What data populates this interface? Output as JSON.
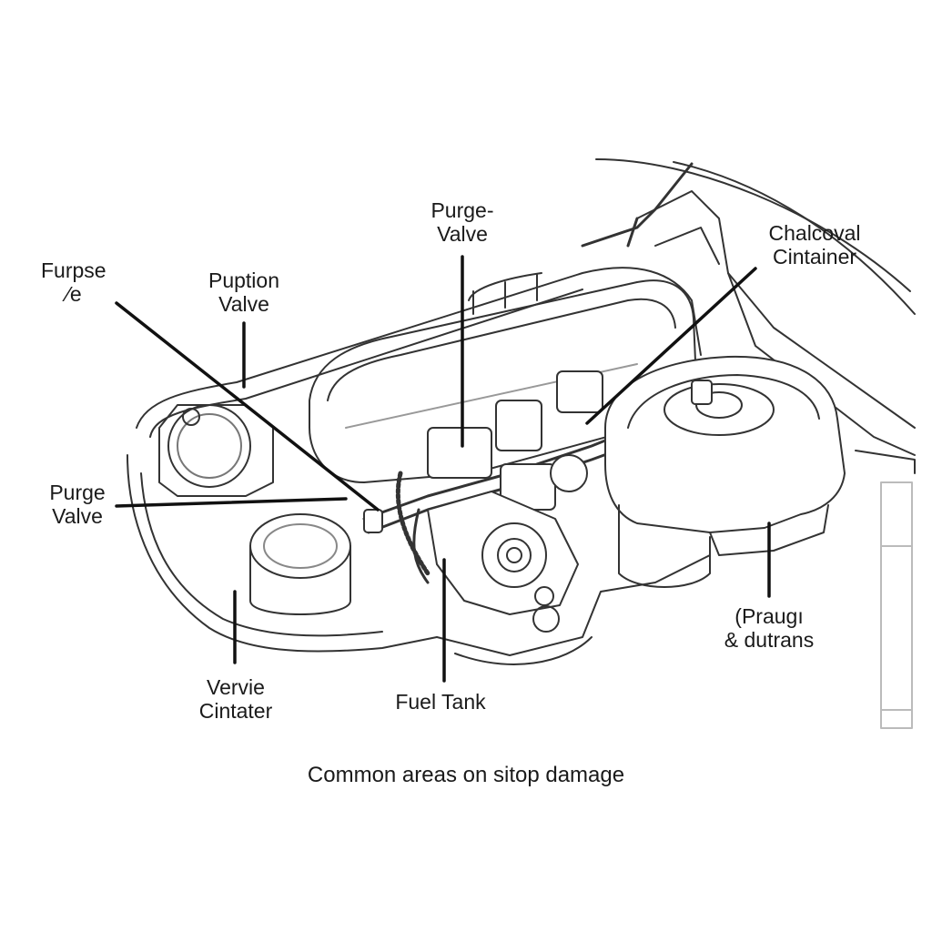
{
  "labels": {
    "furpse": {
      "line1": "Furpse",
      "line2": "⁄e"
    },
    "puption_valve": {
      "line1": "Puption",
      "line2": "Valve"
    },
    "purge_valve_top": {
      "line1": "Purge-",
      "line2": "Valve"
    },
    "chalcoval_cintainer": {
      "line1": "Chalcoval",
      "line2": "Cintainer"
    },
    "purge_valve_left": {
      "line1": "Purge",
      "line2": "Valve"
    },
    "vervie_cintater": {
      "line1": "Vervie",
      "line2": "Cintater"
    },
    "fuel_tank": {
      "line1": "Fuel Tank"
    },
    "praugt_dutrans": {
      "line1": "(Praugı",
      "line2": "& dutrans"
    }
  },
  "caption": "Common areas on sitop damage",
  "colors": {
    "ink": "#1a1a1a",
    "line": "#222222",
    "fill": "#ffffff",
    "shade": "#f2f2f2"
  }
}
